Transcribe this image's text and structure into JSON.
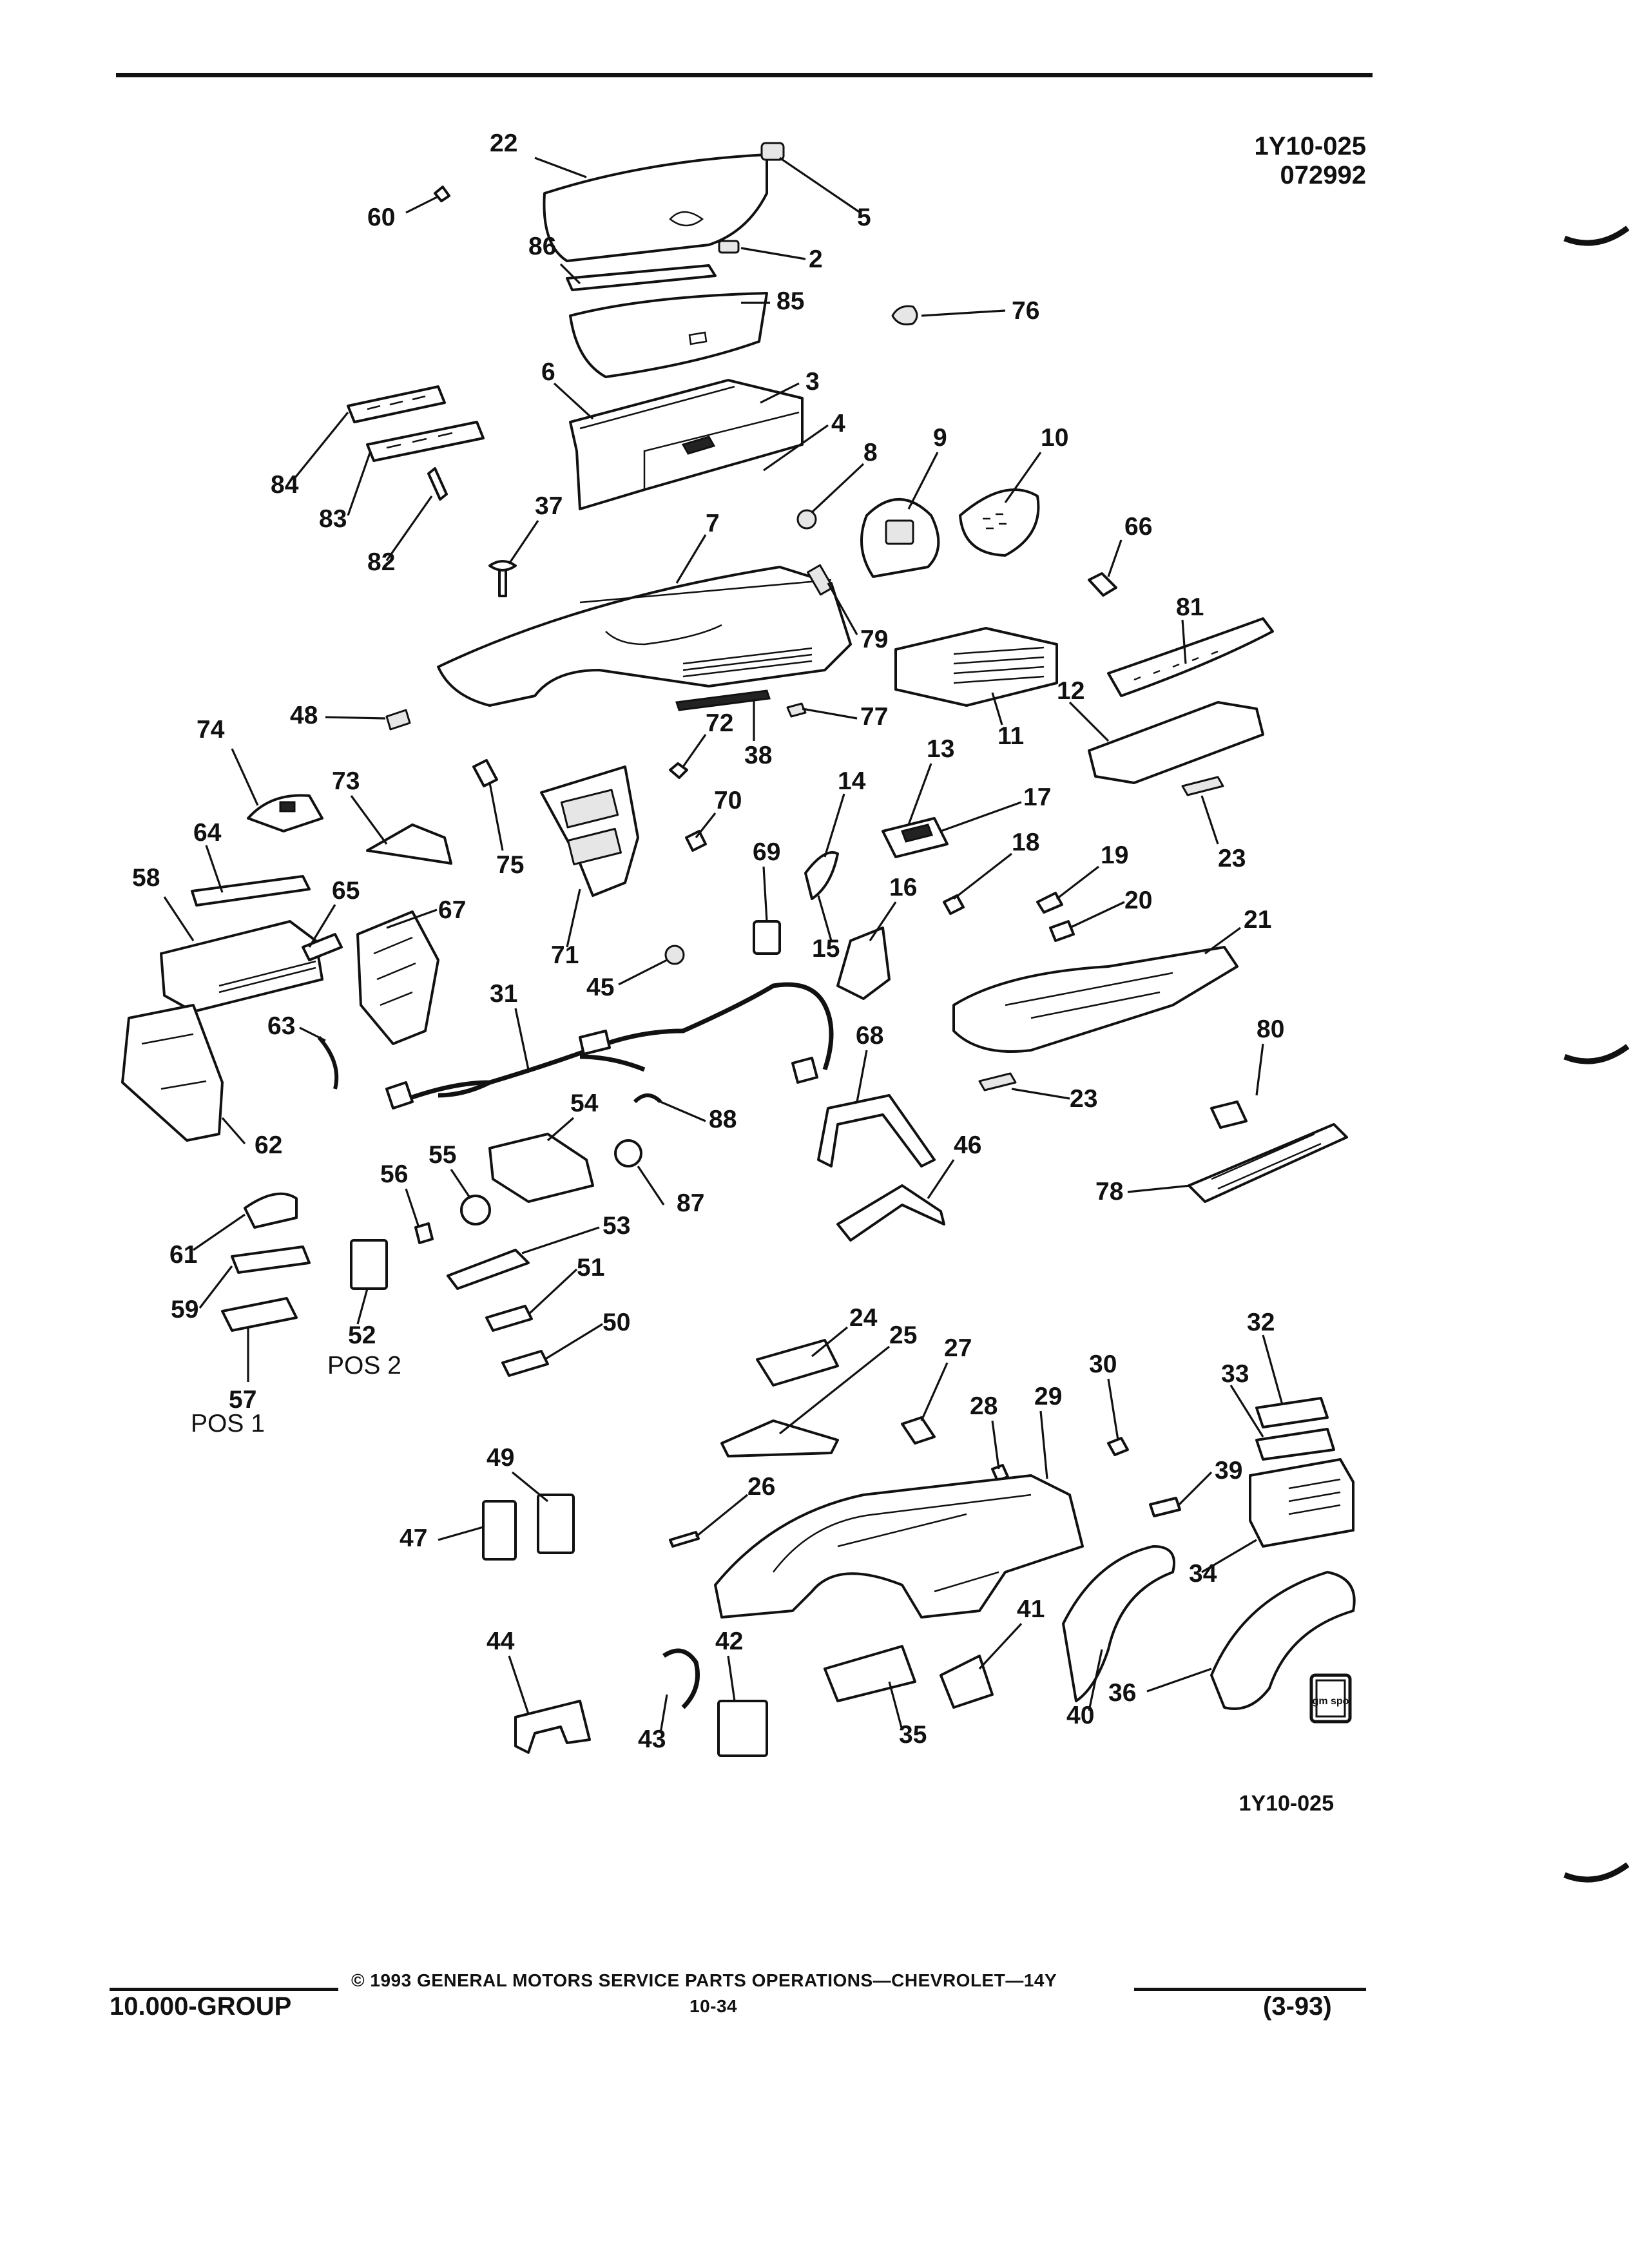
{
  "header": {
    "ref_code": "1Y10-025",
    "date_code": "072992"
  },
  "diagram": {
    "bottom_ref": "1Y10-025",
    "logo_text": "gm spo",
    "callouts": [
      {
        "id": "c22",
        "label": "22"
      },
      {
        "id": "c5",
        "label": "5"
      },
      {
        "id": "c60",
        "label": "60"
      },
      {
        "id": "c86",
        "label": "86"
      },
      {
        "id": "c2",
        "label": "2"
      },
      {
        "id": "c85",
        "label": "85"
      },
      {
        "id": "c76",
        "label": "76"
      },
      {
        "id": "c6",
        "label": "6"
      },
      {
        "id": "c3",
        "label": "3"
      },
      {
        "id": "c4",
        "label": "4"
      },
      {
        "id": "c84",
        "label": "84"
      },
      {
        "id": "c83",
        "label": "83"
      },
      {
        "id": "c82",
        "label": "82"
      },
      {
        "id": "c37",
        "label": "37"
      },
      {
        "id": "c8",
        "label": "8"
      },
      {
        "id": "c9",
        "label": "9"
      },
      {
        "id": "c10",
        "label": "10"
      },
      {
        "id": "c66",
        "label": "66"
      },
      {
        "id": "c7",
        "label": "7"
      },
      {
        "id": "c79",
        "label": "79"
      },
      {
        "id": "c81",
        "label": "81"
      },
      {
        "id": "c11",
        "label": "11"
      },
      {
        "id": "c77",
        "label": "77"
      },
      {
        "id": "c38",
        "label": "38"
      },
      {
        "id": "c72",
        "label": "72"
      },
      {
        "id": "c48",
        "label": "48"
      },
      {
        "id": "c74",
        "label": "74"
      },
      {
        "id": "c12",
        "label": "12"
      },
      {
        "id": "c13",
        "label": "13"
      },
      {
        "id": "c14",
        "label": "14"
      },
      {
        "id": "c17",
        "label": "17"
      },
      {
        "id": "c73",
        "label": "73"
      },
      {
        "id": "c75",
        "label": "75"
      },
      {
        "id": "c70",
        "label": "70"
      },
      {
        "id": "c18",
        "label": "18"
      },
      {
        "id": "c19",
        "label": "19"
      },
      {
        "id": "c23a",
        "label": "23"
      },
      {
        "id": "c64",
        "label": "64"
      },
      {
        "id": "c69",
        "label": "69"
      },
      {
        "id": "c16",
        "label": "16"
      },
      {
        "id": "c20",
        "label": "20"
      },
      {
        "id": "c58",
        "label": "58"
      },
      {
        "id": "c65",
        "label": "65"
      },
      {
        "id": "c67",
        "label": "67"
      },
      {
        "id": "c71",
        "label": "71"
      },
      {
        "id": "c15",
        "label": "15"
      },
      {
        "id": "c21",
        "label": "21"
      },
      {
        "id": "c45",
        "label": "45"
      },
      {
        "id": "c31",
        "label": "31"
      },
      {
        "id": "c63",
        "label": "63"
      },
      {
        "id": "c68",
        "label": "68"
      },
      {
        "id": "c80",
        "label": "80"
      },
      {
        "id": "c54",
        "label": "54"
      },
      {
        "id": "c88",
        "label": "88"
      },
      {
        "id": "c23b",
        "label": "23"
      },
      {
        "id": "c62",
        "label": "62"
      },
      {
        "id": "c55",
        "label": "55"
      },
      {
        "id": "c87",
        "label": "87"
      },
      {
        "id": "c46",
        "label": "46"
      },
      {
        "id": "c56",
        "label": "56"
      },
      {
        "id": "c78",
        "label": "78"
      },
      {
        "id": "c53",
        "label": "53"
      },
      {
        "id": "c61",
        "label": "61"
      },
      {
        "id": "c51",
        "label": "51"
      },
      {
        "id": "c59",
        "label": "59"
      },
      {
        "id": "c52",
        "label": "52"
      },
      {
        "id": "c24",
        "label": "24"
      },
      {
        "id": "c50",
        "label": "50"
      },
      {
        "id": "c32",
        "label": "32"
      },
      {
        "id": "c25",
        "label": "25"
      },
      {
        "id": "c27",
        "label": "27"
      },
      {
        "id": "c30",
        "label": "30"
      },
      {
        "id": "c33",
        "label": "33"
      },
      {
        "id": "c57",
        "label": "57"
      },
      {
        "id": "c29",
        "label": "29"
      },
      {
        "id": "c28",
        "label": "28"
      },
      {
        "id": "c49",
        "label": "49"
      },
      {
        "id": "c39",
        "label": "39"
      },
      {
        "id": "c26",
        "label": "26"
      },
      {
        "id": "c47",
        "label": "47"
      },
      {
        "id": "c34",
        "label": "34"
      },
      {
        "id": "c41",
        "label": "41"
      },
      {
        "id": "c44",
        "label": "44"
      },
      {
        "id": "c42",
        "label": "42"
      },
      {
        "id": "c36",
        "label": "36"
      },
      {
        "id": "c40",
        "label": "40"
      },
      {
        "id": "c43",
        "label": "43"
      },
      {
        "id": "c35",
        "label": "35"
      }
    ],
    "pos_labels": {
      "pos2": "POS 2",
      "pos1": "POS 1"
    }
  },
  "footer": {
    "copyright": "© 1993 GENERAL MOTORS SERVICE PARTS OPERATIONS—CHEVROLET—14Y",
    "group": "10.000-GROUP",
    "page": "10-34",
    "revision": "(3-93)"
  }
}
